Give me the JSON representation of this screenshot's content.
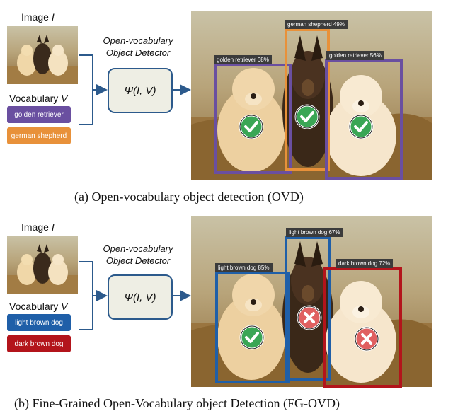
{
  "panel_a": {
    "image_label": "Image",
    "image_var": "I",
    "vocab_label": "Vocabulary",
    "vocab_var": "V",
    "vocab_items": [
      {
        "label": "golden retriever",
        "color": "#6a4fa0"
      },
      {
        "label": "german shepherd",
        "color": "#e8913a"
      }
    ],
    "detector_title_1": "Open-vocabulary",
    "detector_title_2": "Object Detector",
    "psi": "Ψ(I, V)",
    "detections": [
      {
        "label": "golden retriever 68%",
        "color": "#6a4fa0",
        "status": "correct"
      },
      {
        "label": "german shepherd 49%",
        "color": "#e8913a",
        "status": "correct"
      },
      {
        "label": "golden retriever 56%",
        "color": "#6a4fa0",
        "status": "correct"
      }
    ],
    "caption": "(a) Open-vocabulary object detection (OVD)"
  },
  "panel_b": {
    "image_label": "Image",
    "image_var": "I",
    "vocab_label": "Vocabulary",
    "vocab_var": "V",
    "vocab_items": [
      {
        "label": "light brown dog",
        "color": "#1f5fa8"
      },
      {
        "label": "dark brown dog",
        "color": "#b3141b"
      }
    ],
    "detector_title_1": "Open-vocabulary",
    "detector_title_2": "Object Detector",
    "psi": "Ψ(I, V)",
    "detections": [
      {
        "label": "light brown dog 85%",
        "color": "#1f5fa8",
        "status": "correct"
      },
      {
        "label": "light brown dog 67%",
        "color": "#1f5fa8",
        "status": "wrong"
      },
      {
        "label": "dark brown dog 72%",
        "color": "#b3141b",
        "status": "wrong"
      }
    ],
    "caption": "(b) Fine-Grained Open-Vocabulary object Detection (FG-OVD)"
  },
  "colors": {
    "arrow": "#2c5a8c",
    "correct": "#3aa655",
    "wrong": "#e06060"
  }
}
